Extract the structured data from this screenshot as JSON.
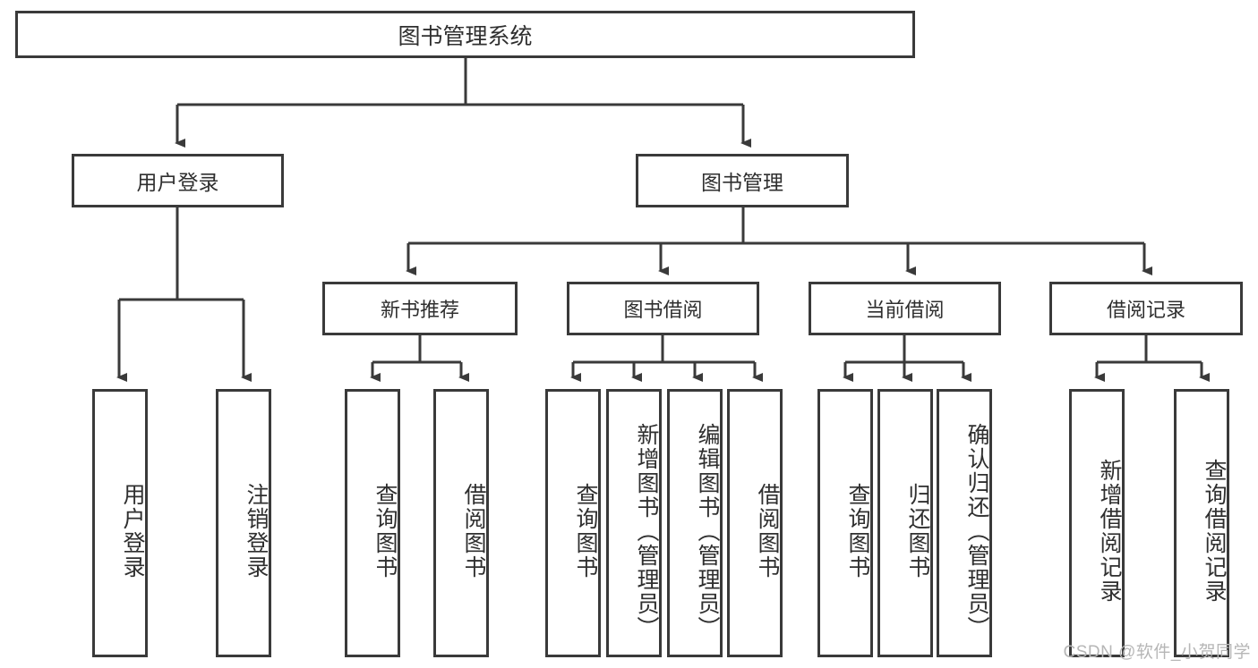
{
  "diagram": {
    "title": "图书管理系统",
    "type": "hierarchy-tree",
    "watermark": "CSDN @软件_小贺同学",
    "colors": {
      "border": "#3a3a3a",
      "background": "#ffffff",
      "text": "#2f2f2f",
      "watermark": "#b6b6b6"
    },
    "root": {
      "label": "图书管理系统"
    },
    "level2": [
      {
        "label": "用户登录"
      },
      {
        "label": "图书管理"
      }
    ],
    "level3": [
      {
        "label": "新书推荐"
      },
      {
        "label": "图书借阅"
      },
      {
        "label": "当前借阅"
      },
      {
        "label": "借阅记录"
      }
    ],
    "leaves": {
      "user_login": [
        {
          "label": "用户登录"
        },
        {
          "label": "注销登录"
        }
      ],
      "new_book_recommend": [
        {
          "label": "查询图书"
        },
        {
          "label": "借阅图书"
        }
      ],
      "book_borrow": [
        {
          "label": "查询图书"
        },
        {
          "label": "新增图书（管理员）"
        },
        {
          "label": "编辑图书（管理员）"
        },
        {
          "label": "借阅图书"
        }
      ],
      "current_borrow": [
        {
          "label": "查询图书"
        },
        {
          "label": "归还图书"
        },
        {
          "label": "确认归还（管理员）"
        }
      ],
      "borrow_record": [
        {
          "label": "新增借阅记录"
        },
        {
          "label": "查询借阅记录"
        }
      ]
    }
  }
}
